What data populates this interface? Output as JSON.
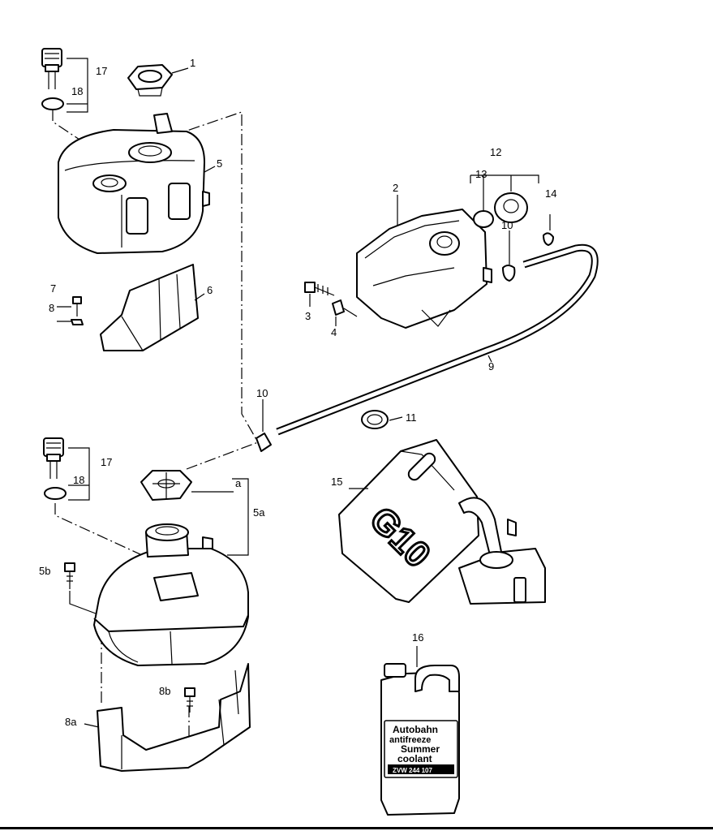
{
  "callouts": {
    "c1": "1",
    "c2": "2",
    "c3": "3",
    "c4": "4",
    "c5": "5",
    "c5a": "5a",
    "c5b": "5b",
    "c6": "6",
    "c7": "7",
    "c8": "8",
    "c8a": "8a",
    "c8b": "8b",
    "c9": "9",
    "c10": "10",
    "c10b": "10",
    "c11": "11",
    "c12": "12",
    "c13": "13",
    "c14": "14",
    "c15": "15",
    "c16": "16",
    "c17": "17",
    "c17b": "17",
    "c18": "18",
    "c18b": "18",
    "ca": "a"
  },
  "canister": {
    "marking": "G10"
  },
  "jug_label": {
    "line1": "Autobahn",
    "line2": "antifreeze",
    "line3": "Summer",
    "line4": "coolant",
    "line5": "ZVW 244 107"
  }
}
